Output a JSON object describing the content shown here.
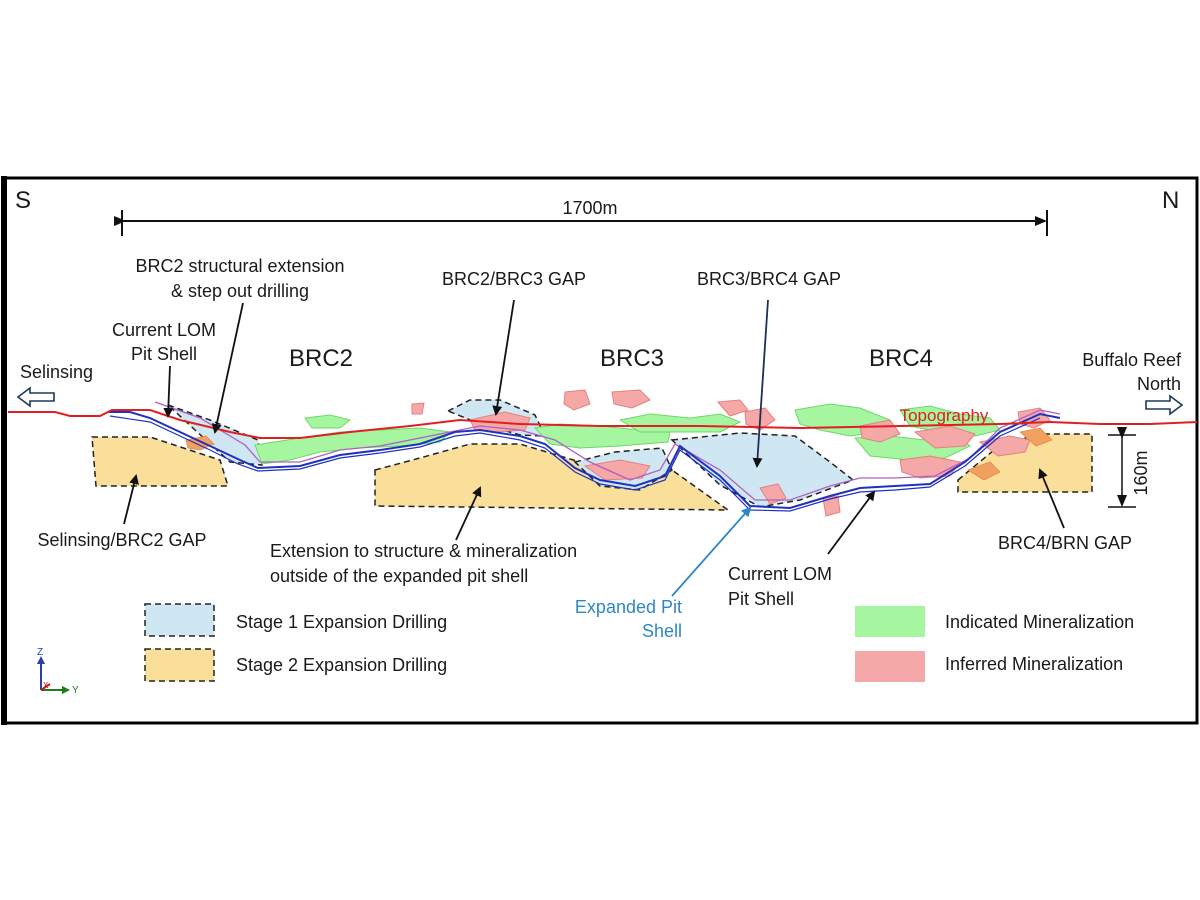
{
  "compass": {
    "south": "S",
    "north": "N"
  },
  "scale": {
    "horizontal": "1700m",
    "vertical": "160m"
  },
  "zones": {
    "brc2": "BRC2",
    "brc3": "BRC3",
    "brc4": "BRC4"
  },
  "directions": {
    "left": "Selinsing",
    "right_line1": "Buffalo Reef",
    "right_line2": "North"
  },
  "annotations": {
    "brc2_struct_line1": "BRC2 structural extension",
    "brc2_struct_line2": "& step out drilling",
    "lom_left_line1": "Current LOM",
    "lom_left_line2": "Pit Shell",
    "gap_23": "BRC2/BRC3 GAP",
    "gap_34": "BRC3/BRC4 GAP",
    "topography": "Topography",
    "gap_selinsing": "Selinsing/BRC2 GAP",
    "extension_line1": "Extension to structure & mineralization",
    "extension_line2": "outside of the expanded pit shell",
    "expanded_line1": "Expanded Pit",
    "expanded_line2": "Shell",
    "lom_right_line1": "Current LOM",
    "lom_right_line2": "Pit Shell",
    "gap_brn": "BRC4/BRN GAP"
  },
  "legend": {
    "stage1": "Stage 1 Expansion Drilling",
    "stage2": "Stage 2 Expansion Drilling",
    "indicated": "Indicated Mineralization",
    "inferred": "Inferred Mineralization"
  },
  "axes": {
    "z": "Z",
    "y": "Y",
    "x": "X"
  },
  "colors": {
    "stage1": "#cfe7f3",
    "stage2": "#fadf9a",
    "indicated": "#a6f5a0",
    "inferred": "#f4a8a8",
    "topography": "#e02020",
    "pit_shell": "#2030c0",
    "expanded_label": "#2f86c6"
  }
}
